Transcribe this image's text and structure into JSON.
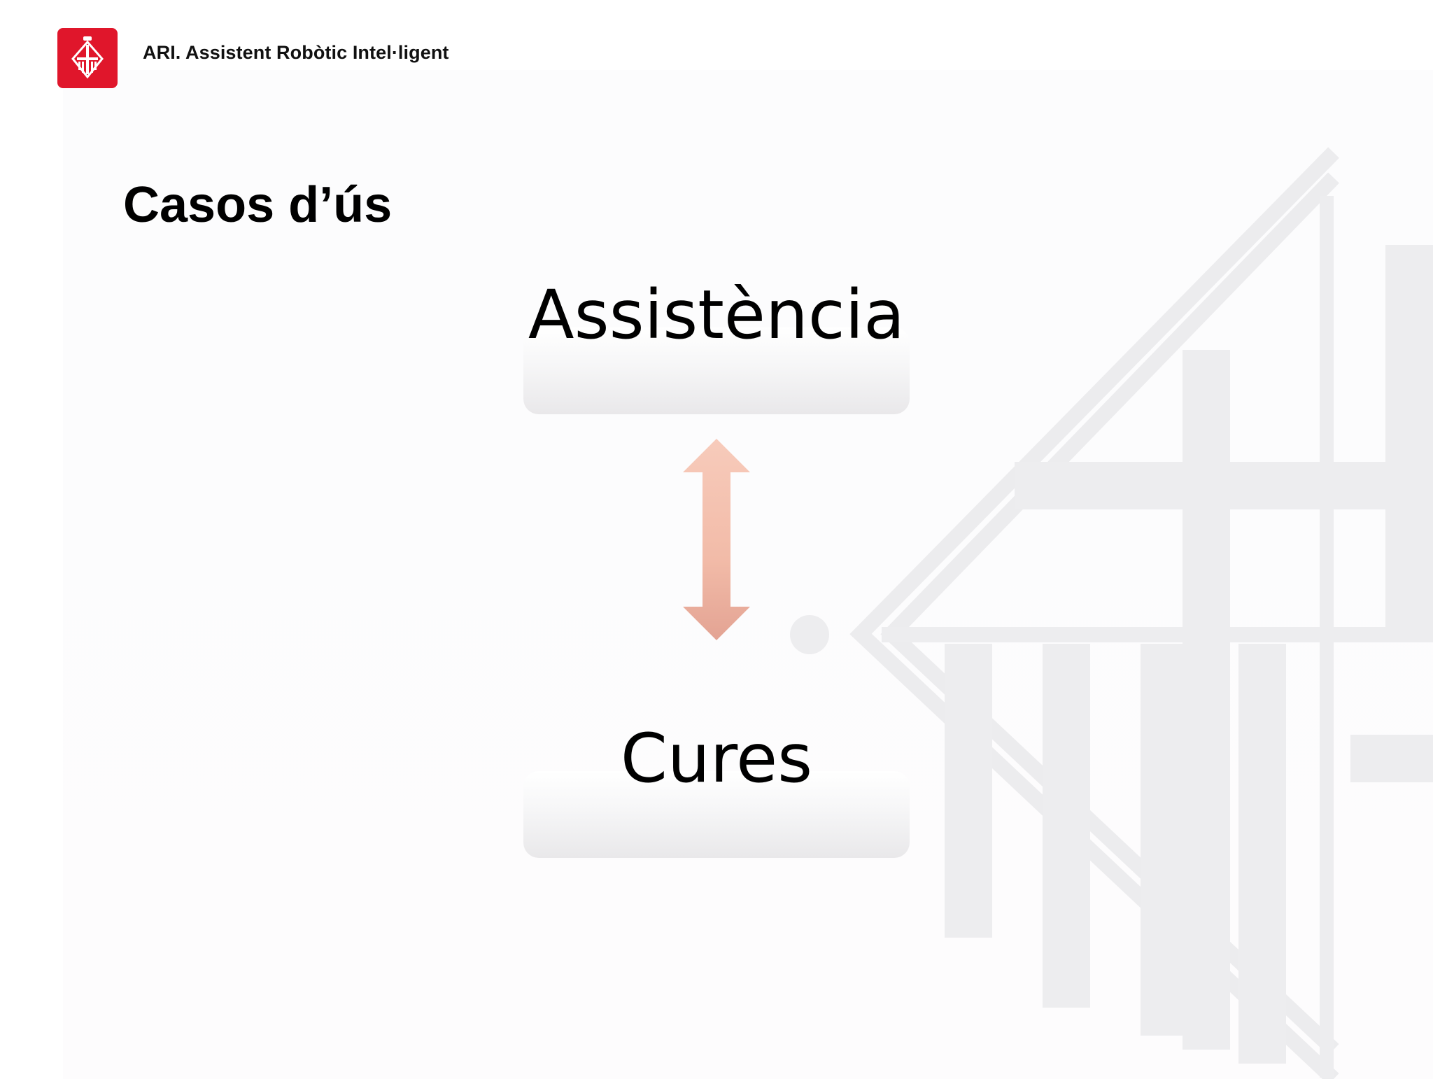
{
  "header": {
    "logo_icon": "barcelona-coat-of-arms-icon",
    "title": "ARI. Assistent Robòtic Intel·ligent",
    "brand_color": "#e0162b"
  },
  "slide": {
    "title": "Casos d’ús",
    "items": [
      {
        "label": "Assistència"
      },
      {
        "label": "Cures"
      }
    ],
    "connector_icon": "double-arrow-icon",
    "watermark_icon": "coat-of-arms-watermark"
  }
}
